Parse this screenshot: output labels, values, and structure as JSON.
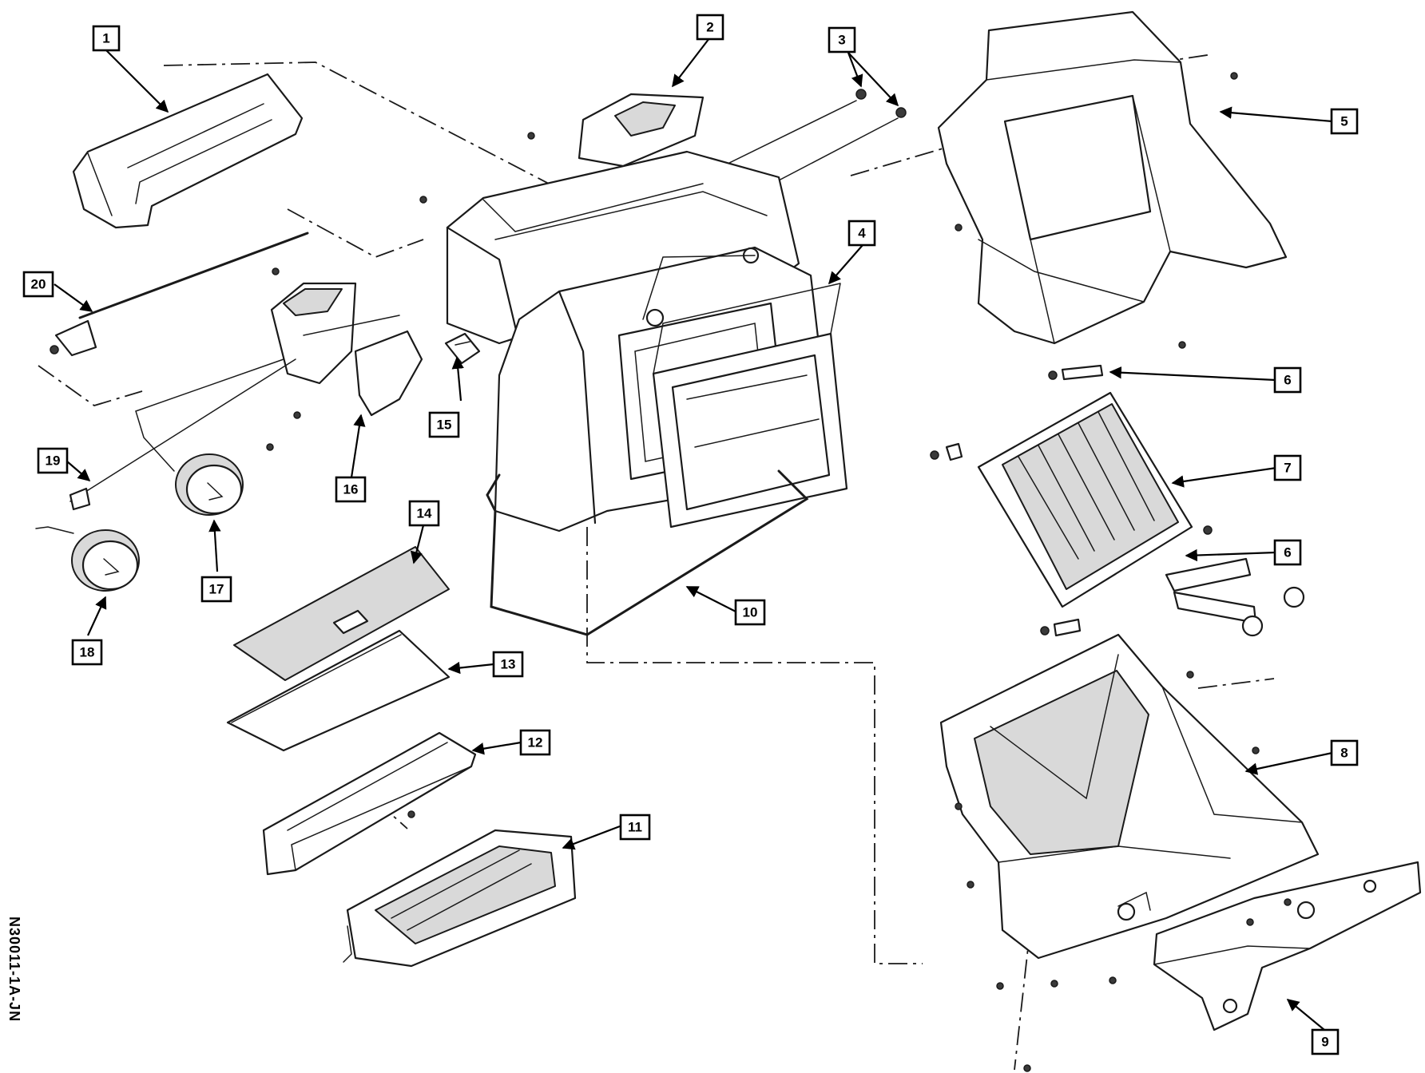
{
  "figure_id": "N30011-1A-JN",
  "callouts": [
    "1",
    "2",
    "3",
    "4",
    "5",
    "6",
    "6",
    "7",
    "8",
    "9",
    "10",
    "11",
    "12",
    "13",
    "14",
    "15",
    "16",
    "17",
    "18",
    "19",
    "20"
  ]
}
